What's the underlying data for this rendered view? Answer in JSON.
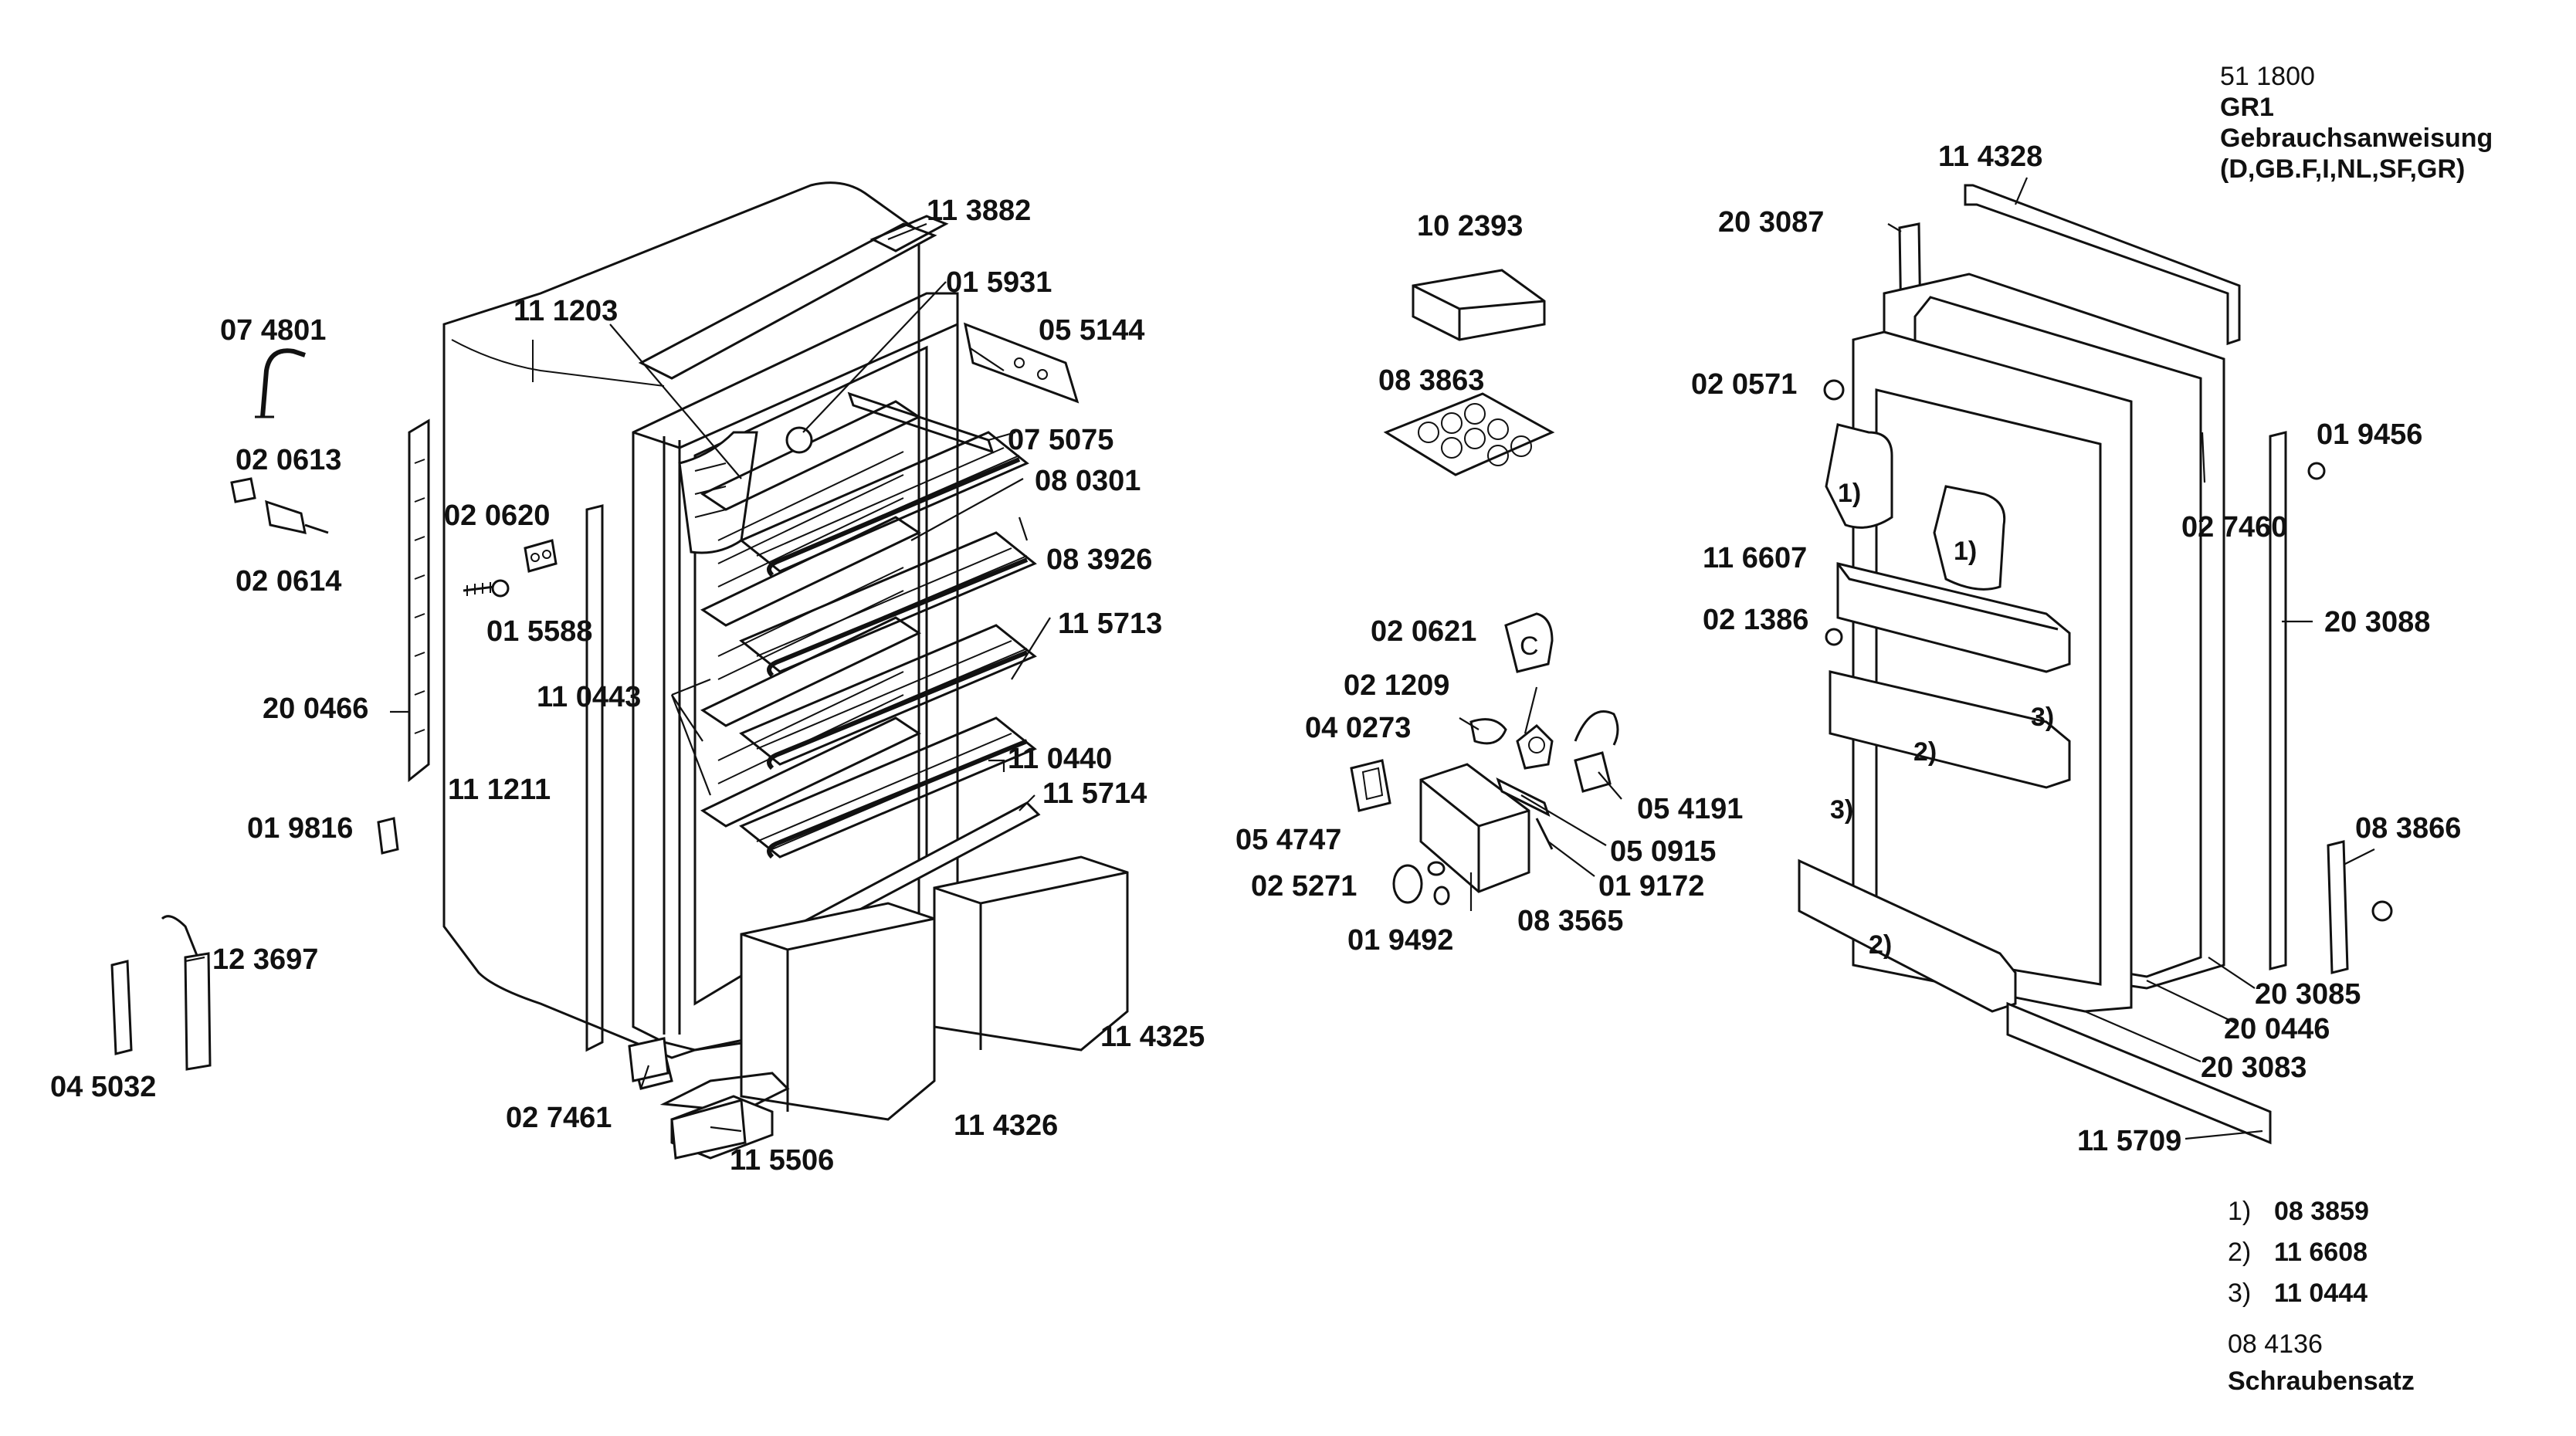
{
  "header": {
    "model_number": "51 1800",
    "model_code": "GR1",
    "doc_title": "Gebrauchsanweisung",
    "doc_languages": "(D,GB.F,I,NL,SF,GR)"
  },
  "parts": {
    "p_113882": "11 3882",
    "p_111203": "11 1203",
    "p_015931": "01 5931",
    "p_055144": "05 5144",
    "p_074801": "07 4801",
    "p_020613": "02 0613",
    "p_075075": "07 5075",
    "p_080301": "08 0301",
    "p_020620": "02 0620",
    "p_020614": "02 0614",
    "p_083926": "08 3926",
    "p_015588": "01 5588",
    "p_115713": "11 5713",
    "p_110443": "11 0443",
    "p_200466": "20 0466",
    "p_110440": "11 0440",
    "p_111211": "11 1211",
    "p_115714": "11 5714",
    "p_019816": "01 9816",
    "p_123697": "12 3697",
    "p_114325": "11 4325",
    "p_045032": "04 5032",
    "p_027461": "02 7461",
    "p_114326": "11 4326",
    "p_115506": "11 5506",
    "p_102393": "10 2393",
    "p_083863": "08 3863",
    "p_020621": "02 0621",
    "p_021209": "02 1209",
    "p_040273": "04 0273",
    "p_054191": "05 4191",
    "p_054747": "05 4747",
    "p_050915": "05 0915",
    "p_019172": "01 9172",
    "p_025271": "02 5271",
    "p_083565": "08 3565",
    "p_019492": "01 9492",
    "p_114328": "11 4328",
    "p_203087": "20 3087",
    "p_020571": "02 0571",
    "p_019456": "01 9456",
    "p_027460": "02 7460",
    "p_116607": "11 6607",
    "p_021386": "02 1386",
    "p_203088": "20 3088",
    "p_083866": "08 3866",
    "p_203085": "20 3085",
    "p_200446": "20 0446",
    "p_203083": "20 3083",
    "p_115709": "11 5709"
  },
  "callouts": {
    "c1": "1)",
    "c2": "2)",
    "c3": "3)"
  },
  "legend": {
    "items": [
      {
        "marker": "1)",
        "part": "08 3859"
      },
      {
        "marker": "2)",
        "part": "11 6608"
      },
      {
        "marker": "3)",
        "part": "11 0444"
      }
    ],
    "screw_set_part": "08 4136",
    "screw_set_label": "Schraubensatz"
  }
}
